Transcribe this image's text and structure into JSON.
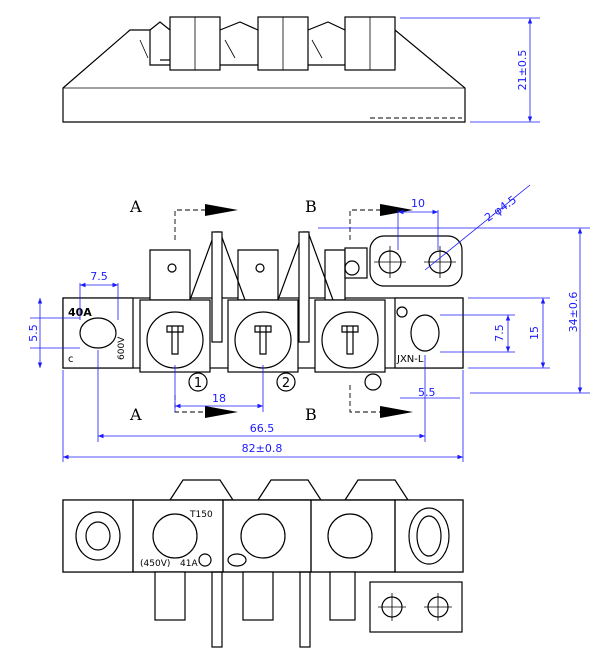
{
  "dimensions": {
    "height_top": "21±0.5",
    "total_height": "34±0.6",
    "hole_spacing": "10",
    "hole_dia": "2-φ4.5",
    "tab_width": "7.5",
    "slot_height": "5.5",
    "right_slot_h": "7.5",
    "right_h": "15",
    "pitch": "18",
    "span": "66.5",
    "total_width": "82±0.8",
    "offset": "5.5"
  },
  "section_labels": {
    "a_top": "A",
    "b_top": "B",
    "a_bottom": "A",
    "b_bottom": "B"
  },
  "markings": {
    "rating_current": "40A",
    "rating_voltage": "600V",
    "cert": "c",
    "model": "JXN-L",
    "terminal_1": "1",
    "terminal_2": "2",
    "temp": "T150",
    "voltage_bottom": "(450V)",
    "current_bottom": "41A"
  }
}
